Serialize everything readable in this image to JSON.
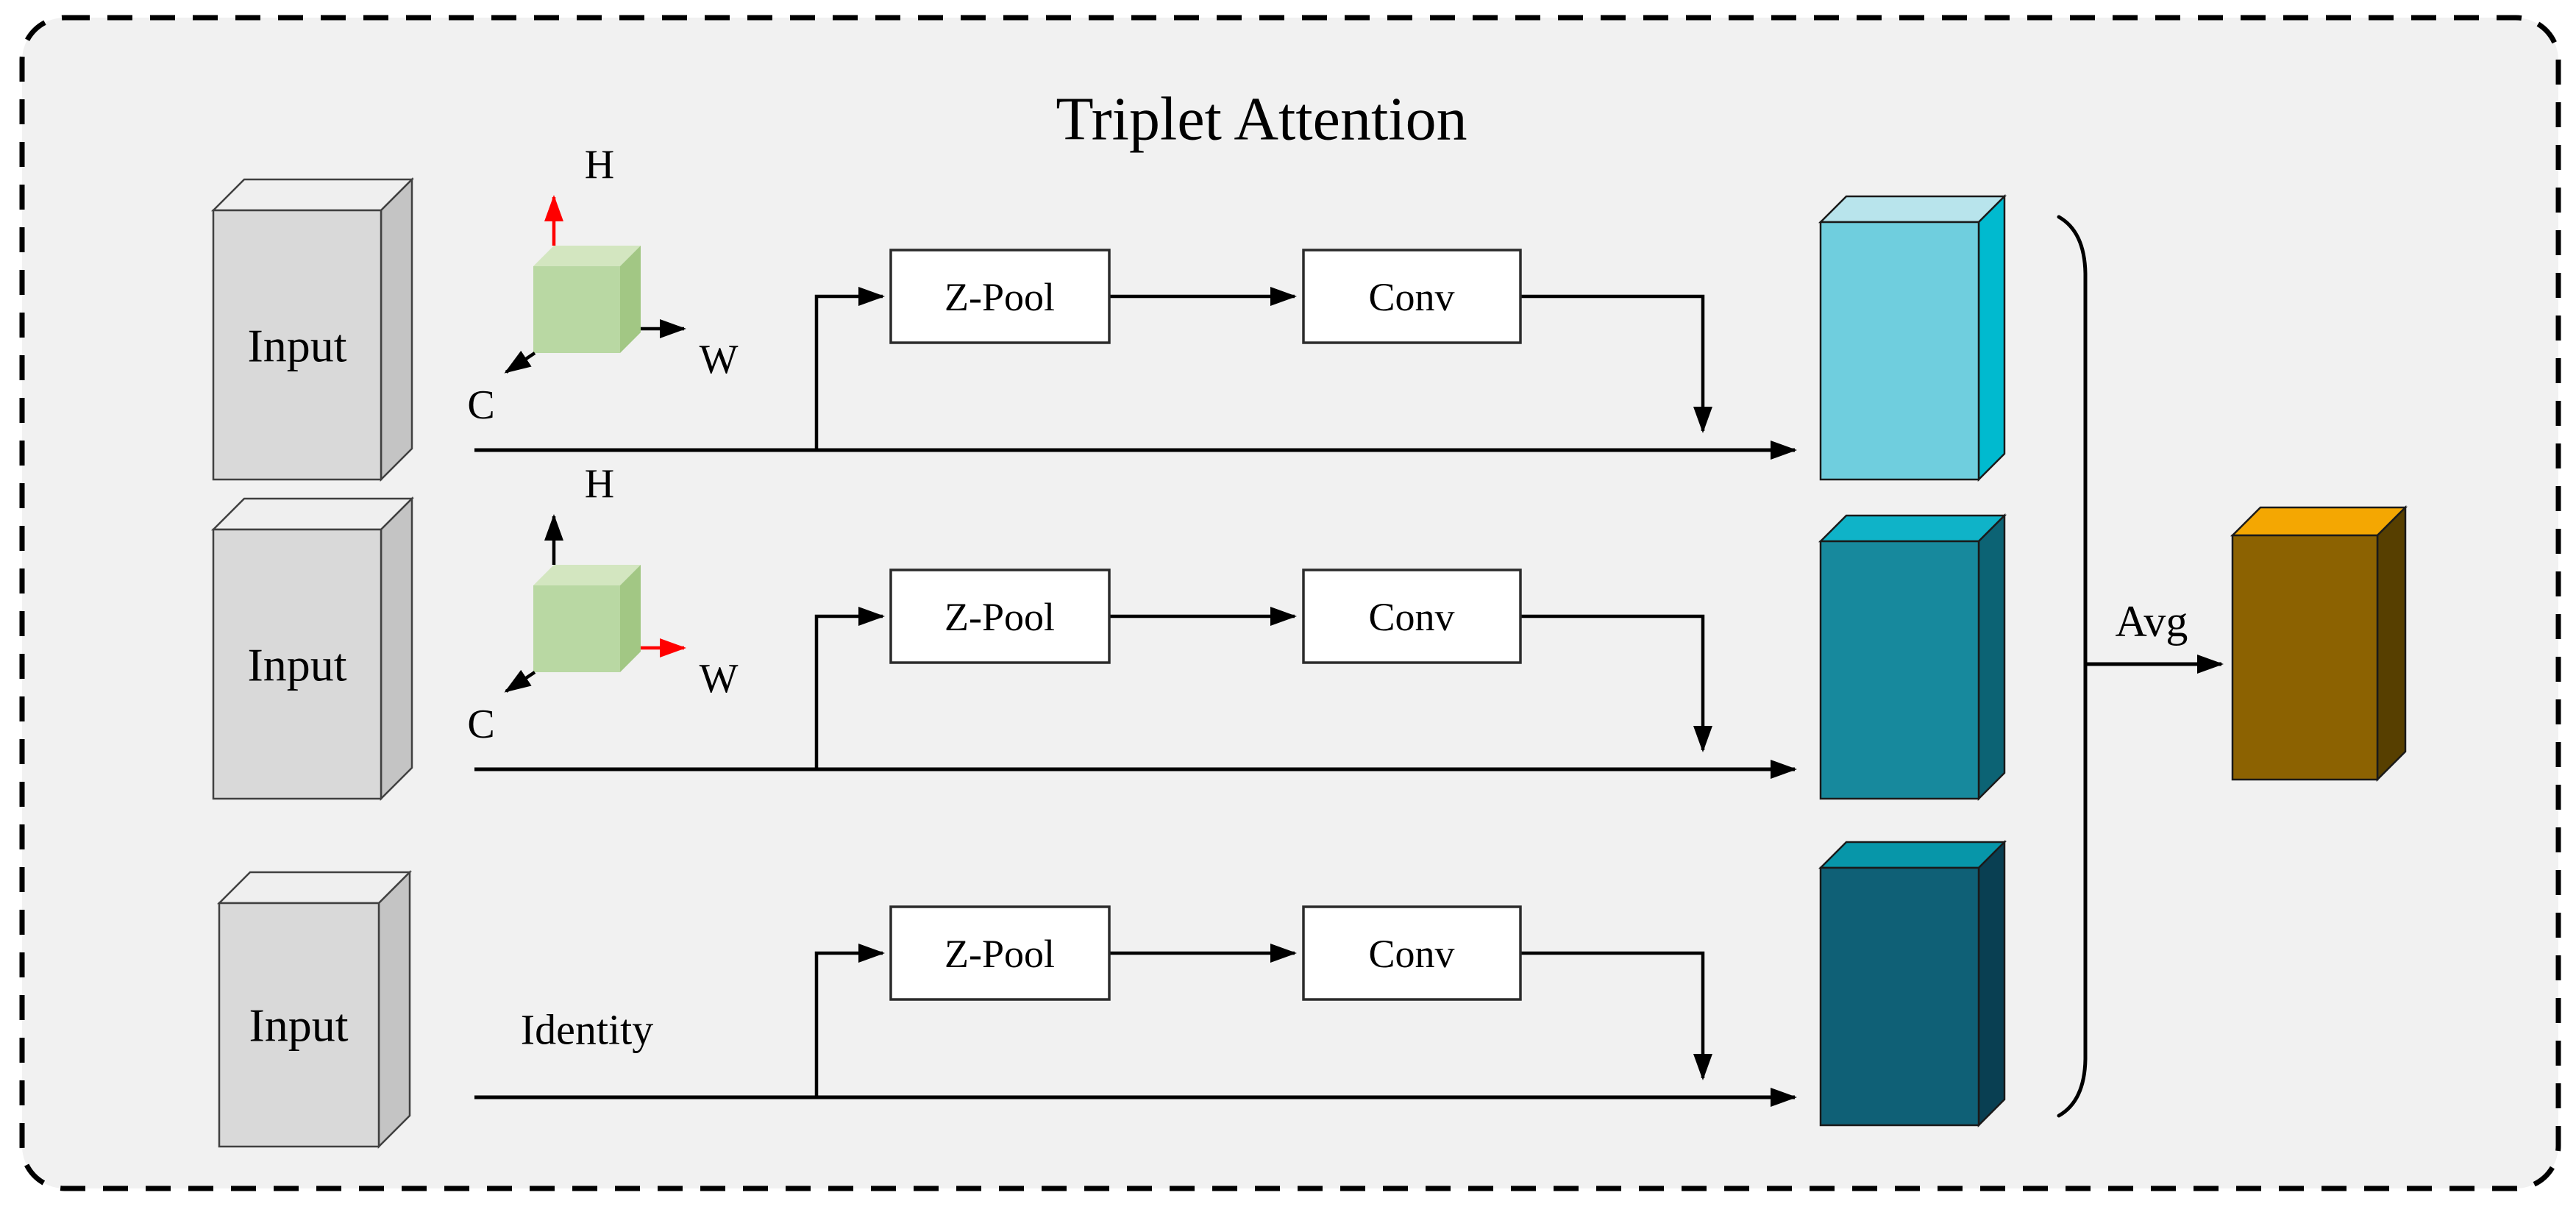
{
  "title": "Triplet Attention",
  "nodes": {
    "input_label": "Input",
    "zpool_label": "Z-Pool",
    "conv_label": "Conv"
  },
  "labels": {
    "identity": "Identity",
    "avg": "Avg"
  },
  "axes": {
    "h": "H",
    "w": "W",
    "c": "C"
  },
  "colors": {
    "page_background": "#ffffff",
    "panel_background": "#F1F1F1",
    "panel_border": "#000000",
    "line": "#000000",
    "axis_highlight": "#FF0000",
    "axis_default": "#000000",
    "node_fill": "#FFFFFF",
    "node_border": "#2B2B2B",
    "input_front": "#D9D9D9",
    "input_top": "#EFEFEF",
    "input_side": "#C4C4C4",
    "input_edge": "#404040",
    "cube_front": "#B9D8A3",
    "cube_top": "#D3E6C0",
    "cube_side": "#A2C784",
    "out1_front": "#6FCEDE",
    "out1_top": "#B8E4EC",
    "out1_side": "#00BACF",
    "out2_front": "#17899D",
    "out2_top": "#0FB3C8",
    "out2_side": "#0C6374",
    "out3_front": "#0F6076",
    "out3_top": "#0796A9",
    "out3_side": "#093F52",
    "avg_front": "#8C6201",
    "avg_top": "#F4A702",
    "avg_side": "#573F00",
    "box_edge": "#1A1A1A"
  }
}
